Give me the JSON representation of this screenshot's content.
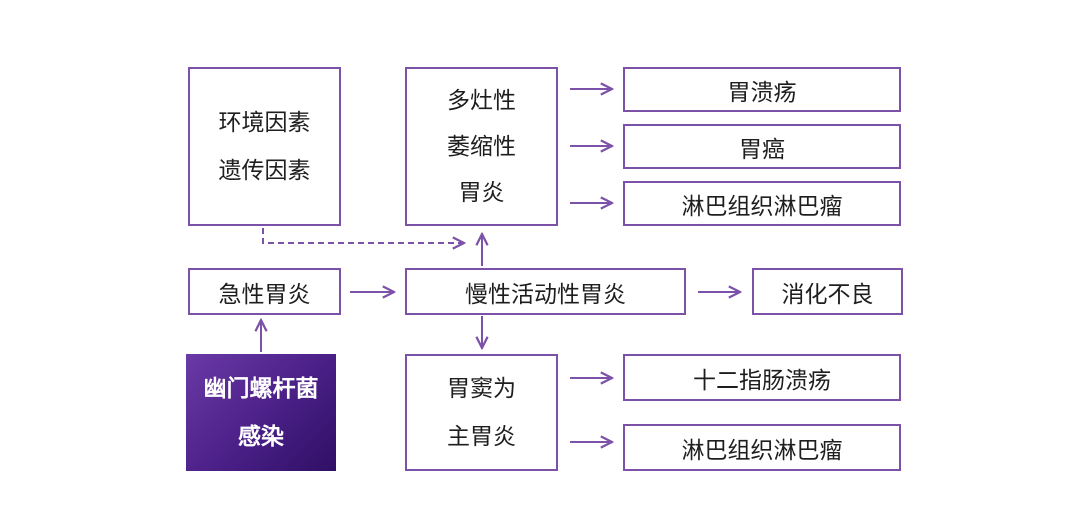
{
  "boxes": {
    "env_genetic": [
      "环境因素",
      "遗传因素"
    ],
    "multifocal_atrophic": [
      "多灶性",
      "萎缩性",
      "胃炎"
    ],
    "gastric_ulcer": "胃溃疡",
    "gastric_cancer": "胃癌",
    "lymphoma_top": "淋巴组织淋巴瘤",
    "acute_gastritis": "急性胃炎",
    "chronic_active": "慢性活动性胃炎",
    "dyspepsia": "消化不良",
    "hpylori": [
      "幽门螺杆菌",
      "感染"
    ],
    "antral": [
      "胃窦为",
      "主胃炎"
    ],
    "duodenal_ulcer": "十二指肠溃疡",
    "lymphoma_bottom": "淋巴组织淋巴瘤"
  },
  "colors": {
    "border": "#7b52a8",
    "arrow": "#7b52a8",
    "dark_box": "#4a1f86"
  }
}
